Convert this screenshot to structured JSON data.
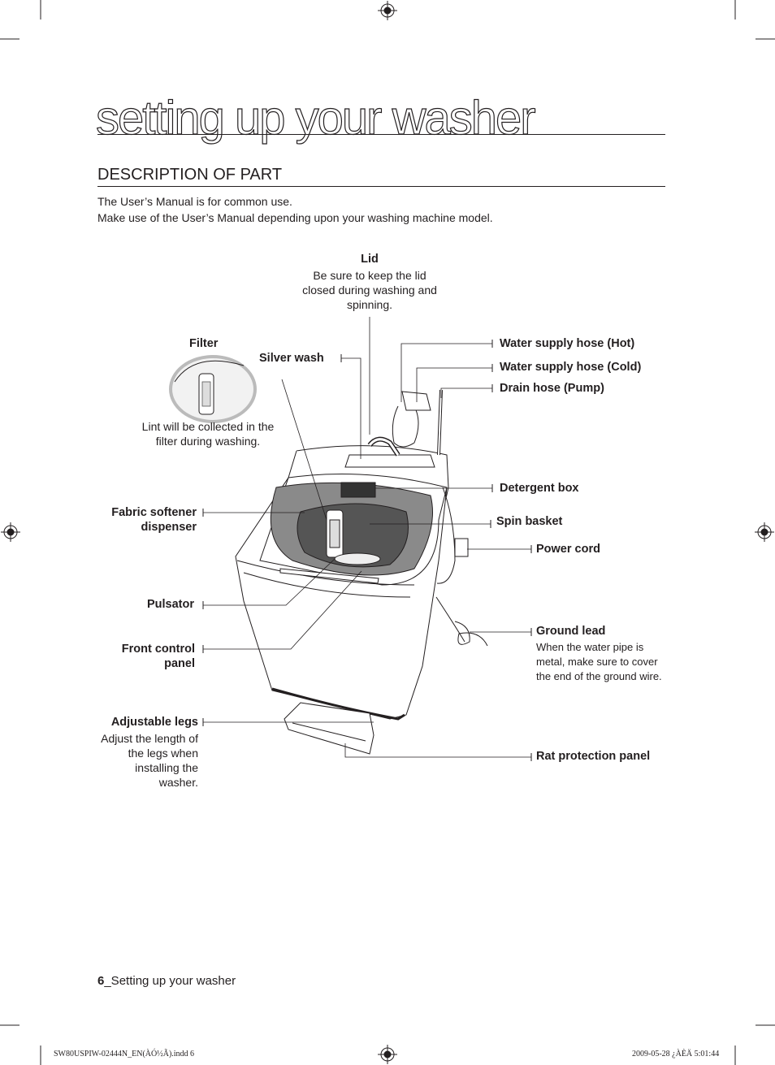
{
  "page": {
    "title": "setting up your washer",
    "section_heading": "DESCRIPTION OF PART",
    "intro_lines": [
      "The User’s Manual is for common use.",
      "Make use of the User’s Manual depending upon your washing machine model."
    ],
    "footer": {
      "page_number": "6",
      "section": "_Setting up your washer"
    },
    "slug": {
      "file": "SW80USPIW-02444N_EN(ÀÓ½Ã).indd   6",
      "date": "2009-05-28   ¿ÀÈÄ 5:01:44"
    }
  },
  "parts": {
    "lid": {
      "label": "Lid",
      "description": "Be sure to keep the lid closed during washing and spinning."
    },
    "filter": {
      "label": "Filter",
      "description": "Lint will be collected in the filter during washing."
    },
    "silver_wash": {
      "label": "Silver wash"
    },
    "water_hot": {
      "label": "Water supply hose (Hot)"
    },
    "water_cold": {
      "label": "Water supply hose (Cold)"
    },
    "drain_hose": {
      "label": "Drain hose (Pump)"
    },
    "detergent_box": {
      "label": "Detergent box"
    },
    "spin_basket": {
      "label": "Spin basket"
    },
    "power_cord": {
      "label": "Power cord"
    },
    "fabric_softener": {
      "label_line1": "Fabric softener",
      "label_line2": "dispenser"
    },
    "pulsator": {
      "label": "Pulsator"
    },
    "front_panel": {
      "label_line1": "Front control",
      "label_line2": "panel"
    },
    "ground_lead": {
      "label": "Ground lead",
      "description": "When the water pipe is metal, make sure to cover the end of the ground wire."
    },
    "adjustable_legs": {
      "label": "Adjustable legs",
      "description": "Adjust the length of the legs when installing the washer."
    },
    "rat_panel": {
      "label": "Rat protection panel"
    }
  }
}
